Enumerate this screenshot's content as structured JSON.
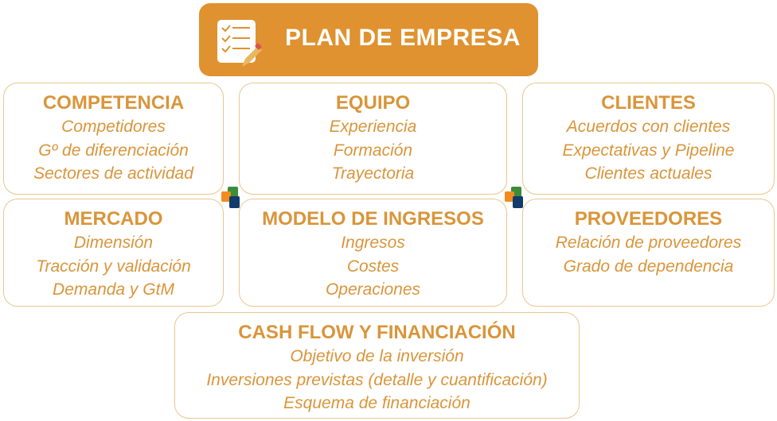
{
  "header": {
    "title": "PLAN DE EMPRESA",
    "icon": "checklist-pencil-icon"
  },
  "boxes": {
    "competencia": {
      "title": "COMPETENCIA",
      "items": [
        "Competidores",
        "Gº de diferenciación",
        "Sectores de actividad"
      ]
    },
    "equipo": {
      "title": "EQUIPO",
      "items": [
        "Experiencia",
        "Formación",
        "Trayectoria"
      ]
    },
    "clientes": {
      "title": "CLIENTES",
      "items": [
        "Acuerdos con clientes",
        "Expectativas y Pipeline",
        "Clientes actuales"
      ]
    },
    "mercado": {
      "title": "MERCADO",
      "items": [
        "Dimensión",
        "Tracción y validación",
        "Demanda y GtM"
      ]
    },
    "modelo": {
      "title": "MODELO DE INGRESOS",
      "items": [
        "Ingresos",
        "Costes",
        "Operaciones"
      ]
    },
    "proveedores": {
      "title": "PROVEEDORES",
      "items": [
        "Relación de proveedores",
        "Grado de dependencia"
      ]
    },
    "cashflow": {
      "title": "CASH FLOW Y FINANCIACIÓN",
      "items": [
        "Objetivo de la inversión",
        "Inversiones previstas (detalle y cuantificación)",
        "Esquema de financiación"
      ]
    }
  },
  "colors": {
    "accent": "#DF922F",
    "text": "#D9953A",
    "border": "#E8C68E",
    "logo_orange": "#F28C1E",
    "logo_green": "#3C8C3A",
    "logo_blue": "#123B6B"
  }
}
